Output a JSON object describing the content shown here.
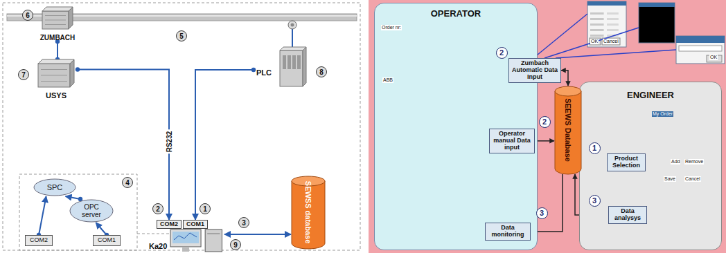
{
  "diagram": {
    "nodes": [
      {
        "text": [
          "ZUMBACH"
        ]
      },
      {
        "text": [
          "USYS"
        ]
      },
      {
        "text": [
          "PLC"
        ]
      },
      {
        "text": [
          "COM2"
        ],
        "in": 5
      },
      {
        "text": [
          "COM1"
        ],
        "in": 5
      },
      {
        "text": [
          "Ka20"
        ]
      },
      {
        "text": [
          "SPC"
        ]
      },
      {
        "text": [
          "OPC server"
        ]
      },
      {
        "text": [
          "COM2"
        ]
      },
      {
        "text": [
          "COM1"
        ]
      },
      {
        "text": [
          "SEWSS database"
        ]
      },
      {
        "text": [
          "OPERATOR"
        ]
      },
      {
        "text": [
          "ENGINEER"
        ]
      },
      {
        "text": [
          "Zumbach Automatic Data Input"
        ],
        "in": 11
      },
      {
        "text": [
          "Operator manual Data input"
        ],
        "in": 11
      },
      {
        "text": [
          "Data monitoring"
        ],
        "in": 11
      },
      {
        "text": [
          "SEEWS Database"
        ]
      },
      {
        "text": [
          "Product Selection"
        ],
        "in": 12
      },
      {
        "text": [
          "Data analysys"
        ],
        "in": 12
      }
    ],
    "edges": [
      {
        "from": 0,
        "to": 1,
        "arrow": "none"
      },
      {
        "from": 1,
        "to": 3,
        "label": "RS232",
        "arrow": "to"
      },
      {
        "from": 2,
        "to": 4,
        "arrow": "to"
      },
      {
        "from": 5,
        "to": 10,
        "arrow": "both"
      },
      {
        "from": 7,
        "to": 6,
        "arrow": "to"
      },
      {
        "from": 8,
        "to": 6,
        "arrow": "to"
      },
      {
        "from": 9,
        "to": 7,
        "arrow": "to"
      },
      {
        "from": 13,
        "to": 16,
        "arrow": "both"
      },
      {
        "from": 14,
        "to": 16,
        "arrow": "to"
      },
      {
        "from": 16,
        "to": 15,
        "arrow": "to"
      },
      {
        "from": 17,
        "to": 16,
        "arrow": "to"
      },
      {
        "from": 18,
        "to": 16,
        "arrow": "both"
      }
    ],
    "labels": [
      "6",
      "5",
      "7",
      "8",
      "2",
      "1",
      "3",
      "4",
      "9",
      "2",
      "1",
      "2",
      "3",
      "3",
      "Order nr:",
      "ABB",
      "OK",
      "Cancel",
      "OK",
      "My Order",
      "Add",
      "Remove",
      "Save",
      "Cancel"
    ]
  }
}
